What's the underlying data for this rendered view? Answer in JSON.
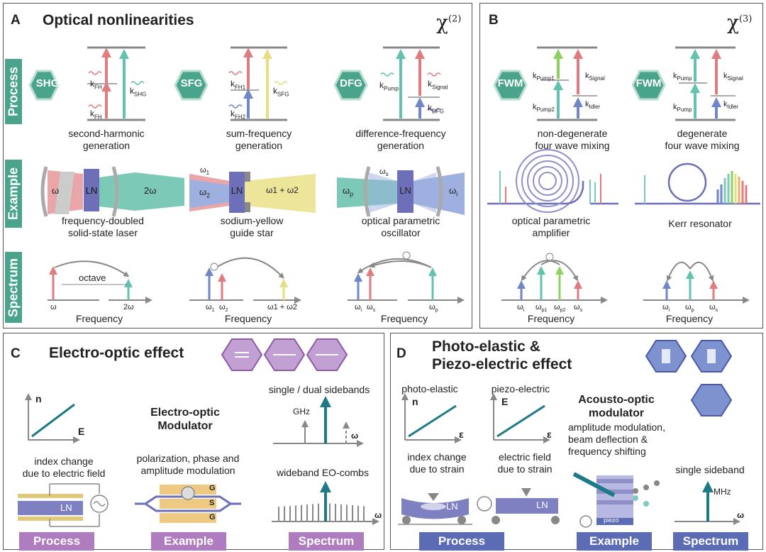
{
  "panel_a": {
    "label": "A",
    "title": "Optical nonlinearities",
    "chi": "χ",
    "chi_order": "(2)",
    "rows": [
      "Process",
      "Example",
      "Spectrum"
    ],
    "processes": [
      {
        "badge": "SHG",
        "caption_1": "second-harmonic",
        "caption_2": "generation",
        "k1": "FH",
        "k2": "FH",
        "k3": "SHG"
      },
      {
        "badge": "SFG",
        "caption_1": "sum-frequency",
        "caption_2": "generation",
        "k1": "FH1",
        "k2": "FH2",
        "k3": "SFG"
      },
      {
        "badge": "DFG",
        "caption_1": "difference-frequency",
        "caption_2": "generation",
        "k1": "Pump",
        "k2": "Signal",
        "k3": "DFG"
      }
    ],
    "examples": [
      {
        "caption_1": "frequency-doubled",
        "caption_2": "solid-state laser",
        "in": "ω",
        "crystal": "LN",
        "out": "2ω"
      },
      {
        "caption_1": "sodium-yellow",
        "caption_2": "guide star",
        "in1": "ω1",
        "in2": "ω2",
        "crystal": "LN",
        "out": "ω1 + ω2"
      },
      {
        "caption_1": "optical parametric",
        "caption_2": "oscillator",
        "pump": "ωp",
        "signal": "ωs",
        "crystal": "LN",
        "idler": "ωi"
      }
    ],
    "spectra": [
      {
        "octave": "octave",
        "x1": "ω",
        "x2": "2ω",
        "axis": "Frequency"
      },
      {
        "x1": "ω1",
        "x2": "ω2",
        "x3": "ω1 + ω2",
        "axis": "Frequency"
      },
      {
        "x1": "ωi",
        "x2": "ωs",
        "x3": "ωp",
        "axis": "Frequency"
      }
    ]
  },
  "panel_b": {
    "label": "B",
    "chi": "χ",
    "chi_order": "(3)",
    "processes": [
      {
        "badge": "FWM",
        "caption_1": "non-degenerate",
        "caption_2": "four wave mixing",
        "k1": "Pump1",
        "k2": "Pump2",
        "k3": "Signal",
        "k4": "Idler"
      },
      {
        "badge": "FWM",
        "caption_1": "degenerate",
        "caption_2": "four wave mixing",
        "k1": "Pump",
        "k2": "Pump",
        "k3": "Signal",
        "k4": "Idler"
      }
    ],
    "examples": [
      {
        "caption_1": "optical parametric",
        "caption_2": "amplifier"
      },
      {
        "caption_1": "Kerr resonator",
        "caption_2": ""
      }
    ],
    "spectra": [
      {
        "x1": "ωi",
        "x2": "ωp1",
        "x3": "ωp2",
        "x4": "ωs",
        "axis": "Frequency"
      },
      {
        "x1": "ωi",
        "x2": "ωp",
        "x3": "ωs",
        "axis": "Frequency"
      }
    ]
  },
  "panel_c": {
    "label": "C",
    "title": "Electro-optic effect",
    "graph_y": "n",
    "graph_x": "E",
    "process_caption_1": "index change",
    "process_caption_2": "due to electric field",
    "modulator_title_1": "Electro-optic",
    "modulator_title_2": "Modulator",
    "example_caption_1": "polarization, phase and",
    "example_caption_2": "amplitude modulation",
    "electrodes": [
      "G",
      "S",
      "G"
    ],
    "crystal": "LN",
    "sidebands_caption": "single / dual sidebands",
    "ghz": "GHz",
    "omega": "ω",
    "comb_caption": "wideband EO-combs",
    "tabs": [
      "Process",
      "Example",
      "Spectrum"
    ],
    "tab_color": "#b07cc0"
  },
  "panel_d": {
    "label": "D",
    "title_1": "Photo-elastic &",
    "title_2": "Piezo-electric effect",
    "graph1_top": "photo-elastic",
    "graph1_y": "n",
    "graph1_x": "ε",
    "graph1_caption_1": "index change",
    "graph1_caption_2": "due to strain",
    "graph2_top": "piezo-electric",
    "graph2_y": "E",
    "graph2_x": "ε",
    "graph2_caption_1": "electric field",
    "graph2_caption_2": "due to strain",
    "modulator_title_1": "Acousto-optic",
    "modulator_title_2": "modulator",
    "mod_caption_1": "amplitude modulation,",
    "mod_caption_2": "beam deflection &",
    "mod_caption_3": "frequency shifting",
    "sideband_caption": "single sideband",
    "mhz": "MHz",
    "omega": "ω",
    "crystal": "LN",
    "piezo": "piezo",
    "tabs": [
      "Process",
      "Example",
      "Spectrum"
    ],
    "tab_color": "#5b6cb4"
  },
  "colors": {
    "teal": "#4aa48c",
    "red": "#e07c80",
    "green_teal": "#62c2b0",
    "yellow": "#e6de80",
    "blue": "#6f86c8",
    "purple": "#b07cc0",
    "indigo": "#5b6cb4",
    "gray": "#888888",
    "dark_teal": "#1e7a86"
  }
}
